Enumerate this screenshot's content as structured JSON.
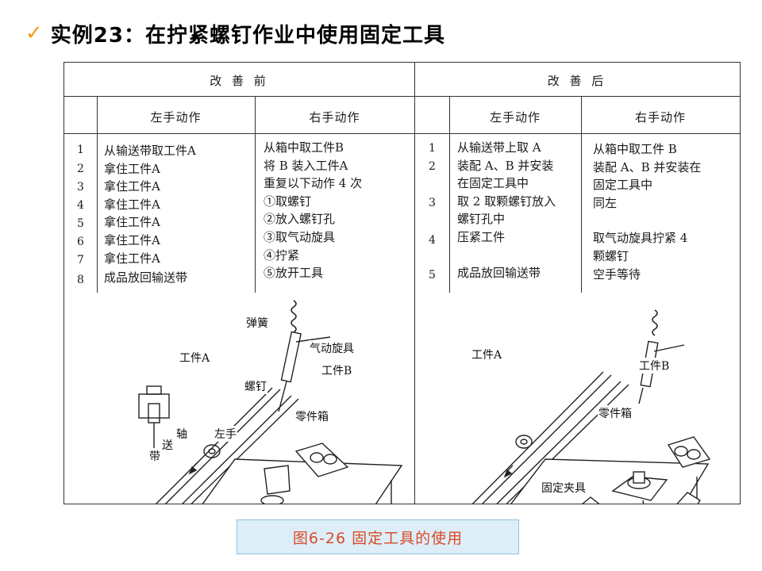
{
  "slide": {
    "title": "实例23：在拧紧螺钉作业中使用固定工具",
    "caption": "图6-26   固定工具的使用"
  },
  "table": {
    "before": {
      "header": "改 善 前",
      "left_header": "左手动作",
      "right_header": "右手动作",
      "numbers": [
        "1",
        "2",
        "3",
        "4",
        "5",
        "6",
        "7",
        "8"
      ],
      "left_lines": [
        "从输送带取工件A",
        "拿住工件A",
        "拿住工件A",
        "拿住工件A",
        "拿住工件A",
        "拿住工件A",
        "拿住工件A",
        "成品放回输送带"
      ],
      "right_lines": [
        "从箱中取工件B",
        "将 B 装入工件A",
        "重复以下动作 4 次",
        "①取螺钉",
        "②放入螺钉孔",
        "③取气动旋具",
        "④拧紧",
        "⑤放开工具"
      ]
    },
    "after": {
      "header": "改 善 后",
      "left_header": "左手动作",
      "right_header": "右手动作",
      "numbers": [
        "1",
        "2",
        "3",
        "4",
        "5"
      ],
      "left_lines": [
        "从输送带上取 A",
        "装配 A、B 并安装",
        "在固定工具中",
        "取 2 取颗螺钉放入",
        "螺钉孔中",
        "压紧工件",
        "成品放回输送带"
      ],
      "right_lines": [
        "从箱中取工件 B",
        "装配 A、B 并安装在",
        "固定工具中",
        "同左",
        "取气动旋具拧紧 4",
        "颗螺钉",
        "空手等待"
      ]
    }
  },
  "figure_before": {
    "spring": "弹簧",
    "driver": "气动旋具",
    "part_a": "工件A",
    "part_b": "工件B",
    "screw": "螺钉",
    "box": "零件箱",
    "left_hand": "左手",
    "conveyor_1": "轴",
    "conveyor_2": "送",
    "conveyor_3": "带"
  },
  "figure_after": {
    "part_a": "工件A",
    "part_b": "工件B",
    "box": "零件箱",
    "fixture": "固定夹具"
  },
  "colors": {
    "check": "#f29a1c",
    "caption_text": "#d94b28",
    "caption_bg": "#ddeef8"
  }
}
